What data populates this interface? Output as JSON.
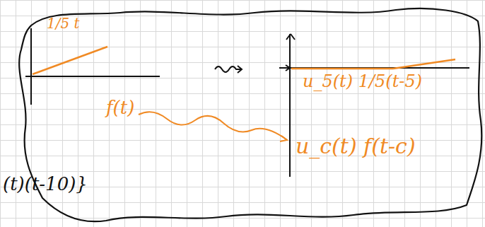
{
  "diagram": {
    "labels": [
      "1/5 t",
      "f(t)",
      "u_5(t) 1/5(t-5)",
      "u_c(t) f(t-c)",
      "(t)(t-10)}"
    ]
  }
}
